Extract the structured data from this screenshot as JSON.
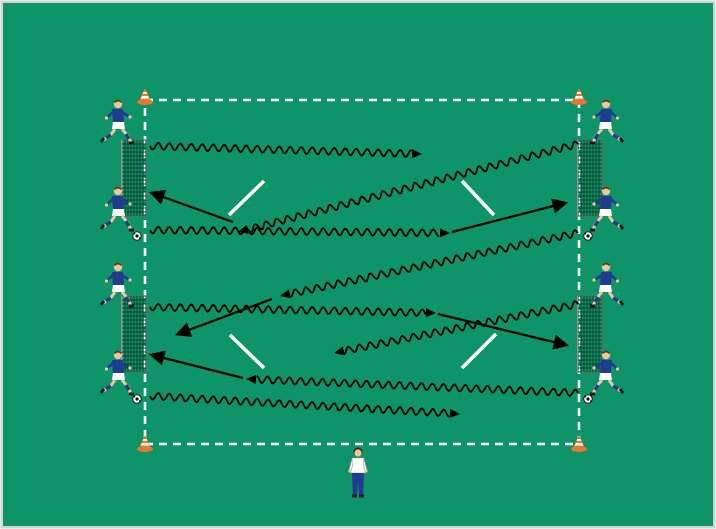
{
  "colors": {
    "pitch": "#0e9468",
    "border": "#cfd6d2",
    "line": "#ffffff",
    "arrow": "#000000",
    "cone_orange": "#e8772e",
    "cone_white": "#ffffff",
    "shirt": "#1f3c8f",
    "shorts": "#ffffff",
    "skin": "#f0c79a",
    "hair": "#5a3a1a",
    "coach_shirt": "#ffffff",
    "coach_pants": "#1f3c8f"
  },
  "icons": {
    "cone": "training-cone-icon",
    "goal": "mini-goal-icon",
    "player": "player-icon",
    "coach": "coach-icon",
    "ball": "soccer-ball-icon",
    "mannequin": "gate-marker-icon"
  },
  "diagram": {
    "cones": 4,
    "mini_goals": 4,
    "players": 8,
    "balls": 4,
    "gate_markers": 4,
    "coach": 1
  }
}
